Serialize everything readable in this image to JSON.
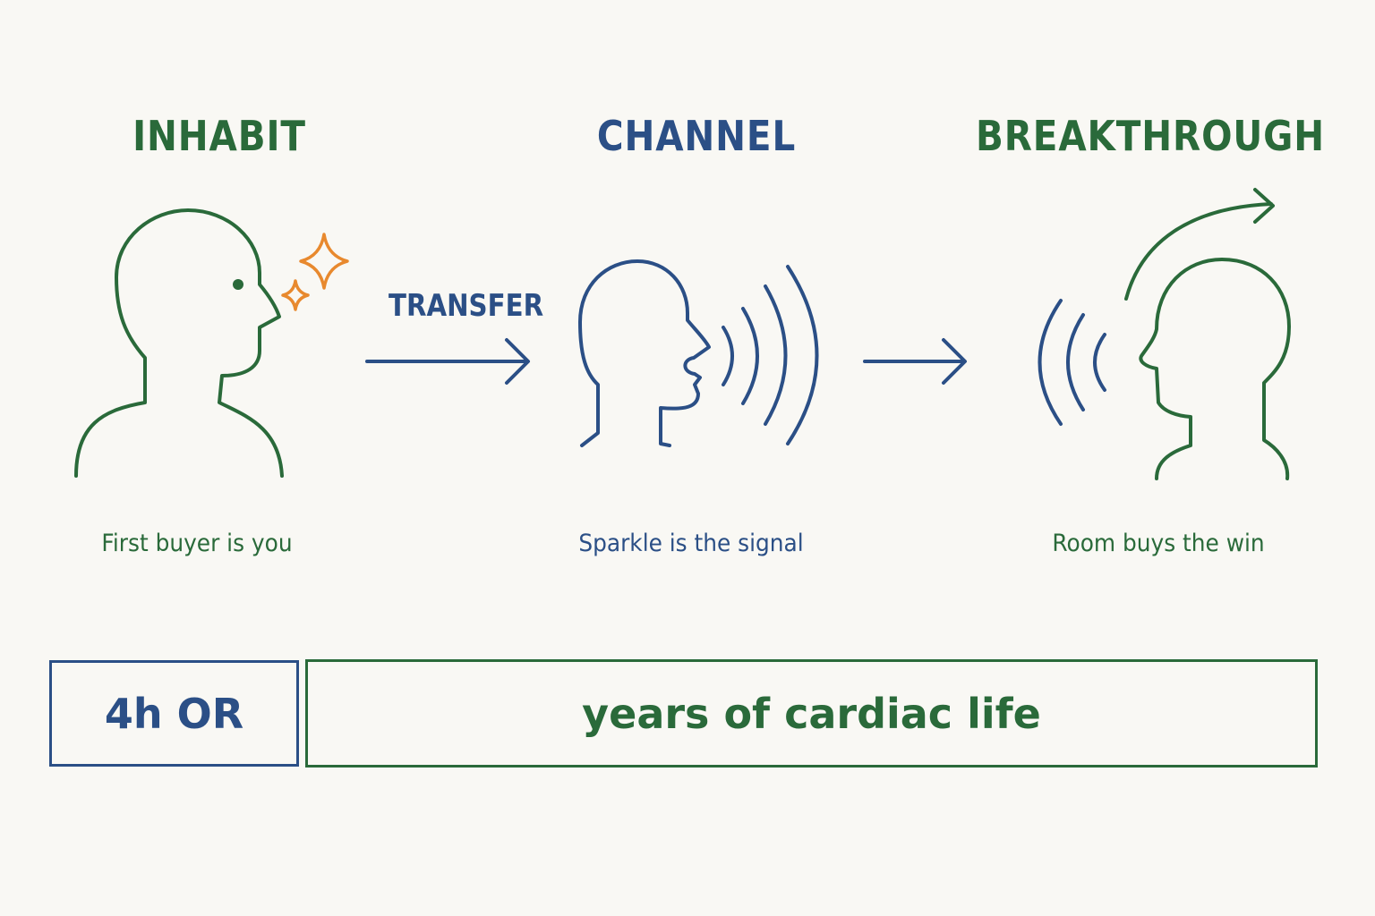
{
  "stages": [
    {
      "title": "INHABIT",
      "caption": "First buyer is you",
      "color": "#2a6a3a",
      "icon": "head-with-sparkles-icon"
    },
    {
      "title": "CHANNEL",
      "caption": "Sparkle is the signal",
      "color": "#2b4f86",
      "icon": "speaking-head-icon"
    },
    {
      "title": "BREAKTHROUGH",
      "caption": "Room buys the win",
      "color": "#2a6a3a",
      "icon": "listening-head-icon"
    }
  ],
  "connector_label": "TRANSFER",
  "sparkle_color": "#e8892e",
  "footer": {
    "left": "4h OR",
    "right": "years of cardiac life"
  }
}
